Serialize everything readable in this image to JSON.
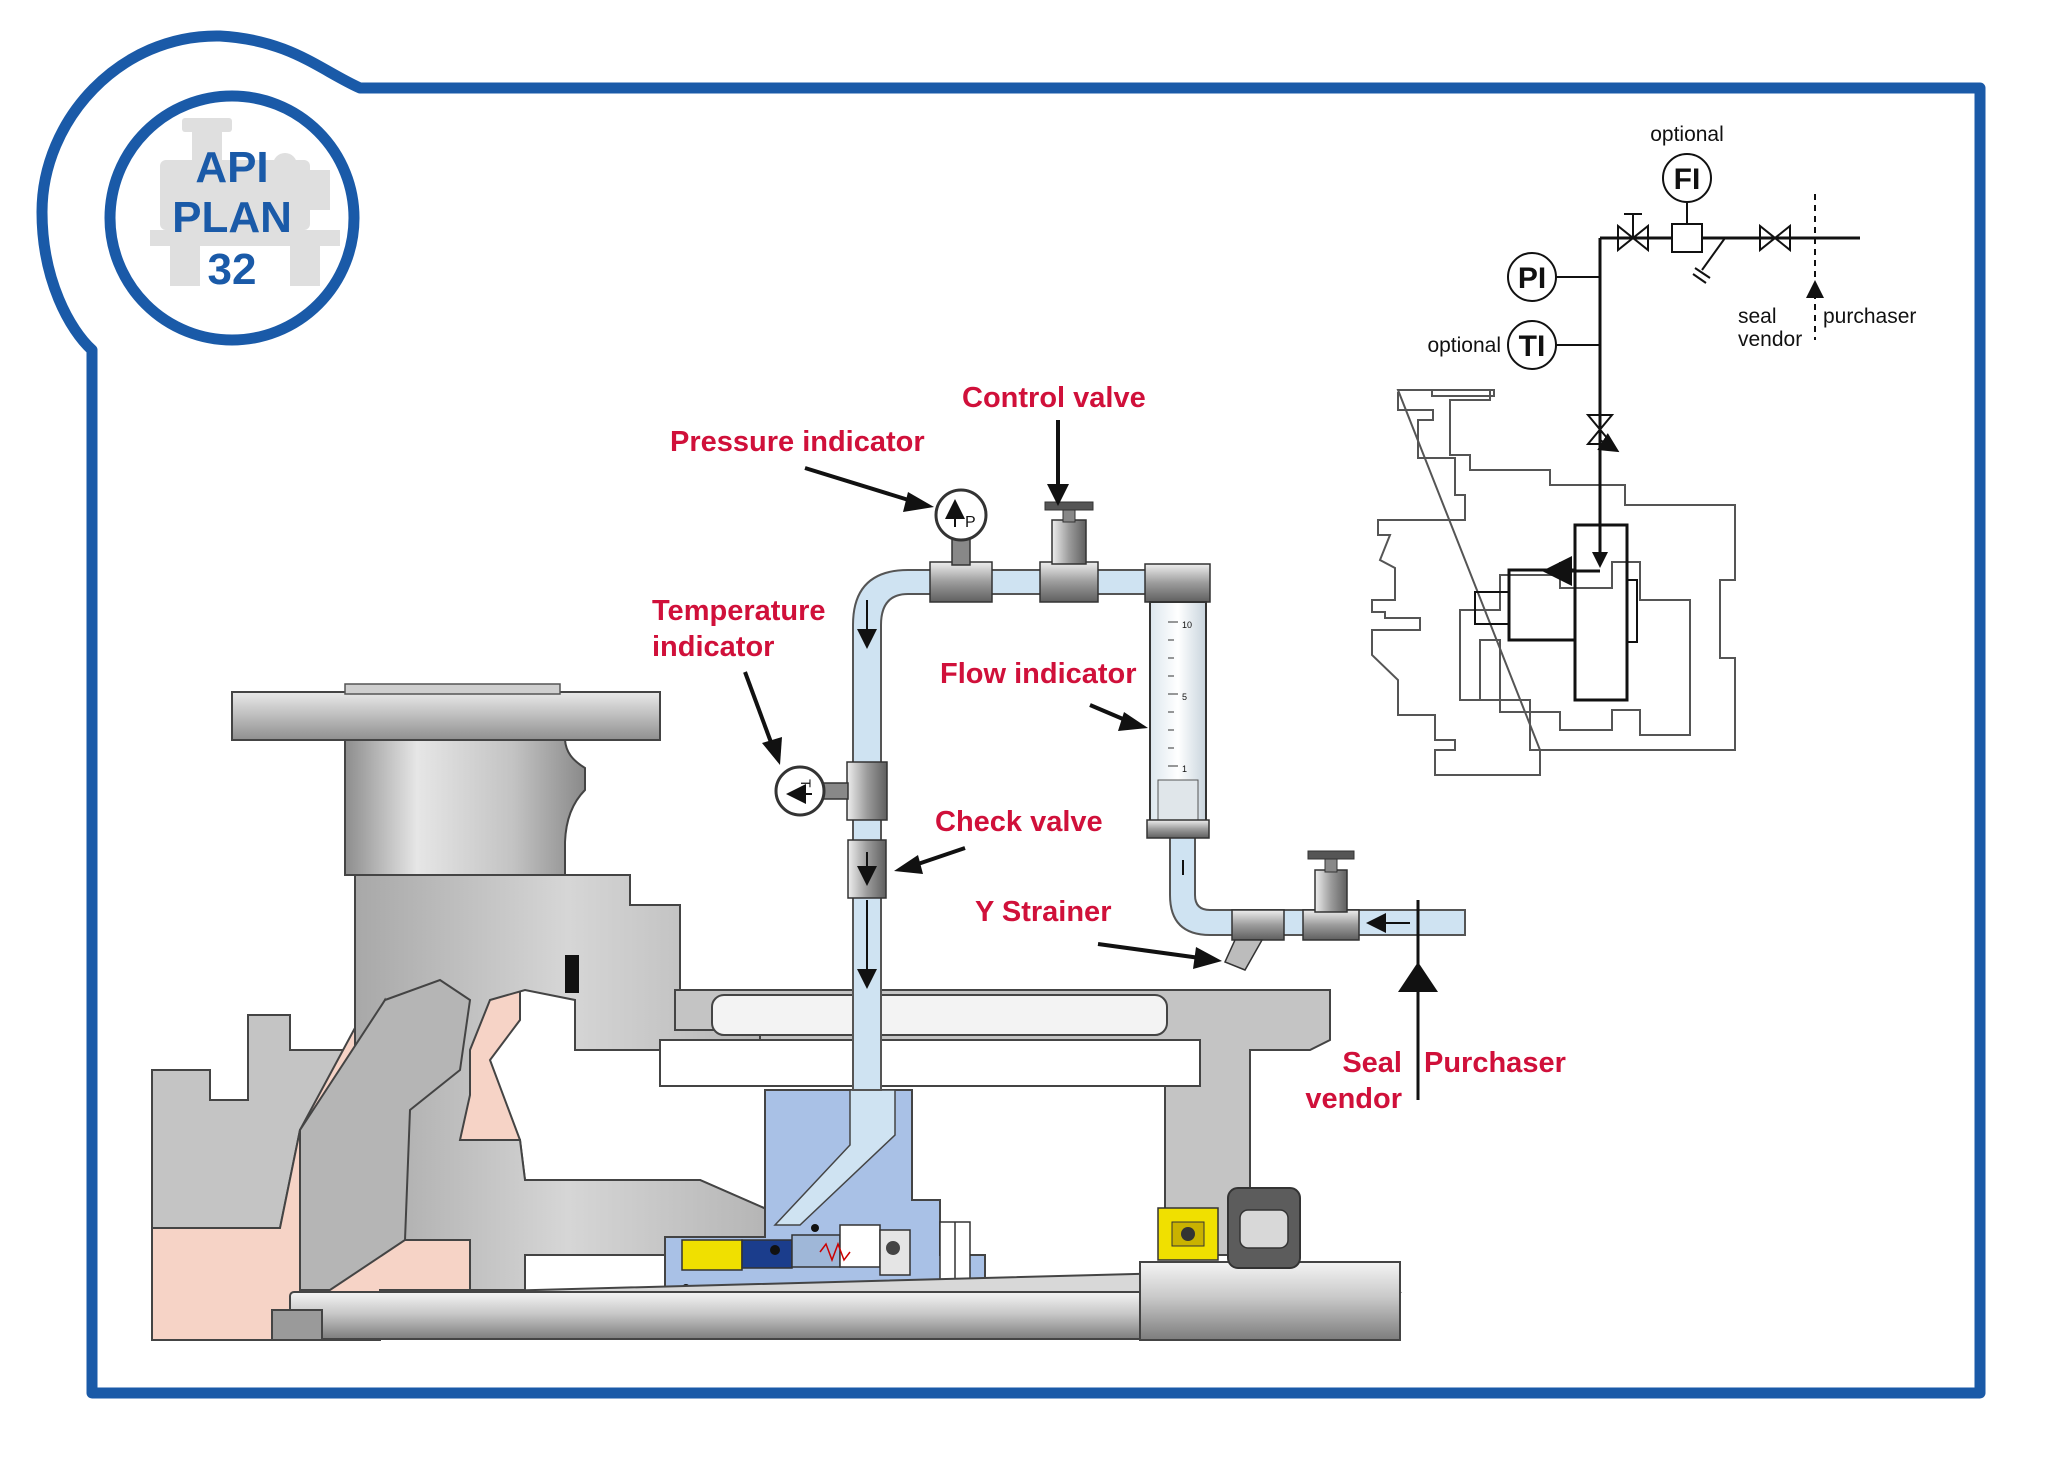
{
  "badge": {
    "line1": "API",
    "line2": "PLAN",
    "line3": "32"
  },
  "labels": {
    "control_valve": "Control valve",
    "pressure_indicator": "Pressure indicator",
    "temperature_indicator_1": "Temperature",
    "temperature_indicator_2": "indicator",
    "flow_indicator": "Flow indicator",
    "check_valve": "Check valve",
    "y_strainer": "Y Strainer",
    "seal_vendor_1": "Seal",
    "seal_vendor_2": "vendor",
    "purchaser": "Purchaser"
  },
  "schematic": {
    "optional_top": "optional",
    "fi": "FI",
    "pi": "PI",
    "ti": "TI",
    "optional_left": "optional",
    "seal_vendor_1": "seal",
    "seal_vendor_2": "vendor",
    "purchaser": "purchaser"
  },
  "gauges": {
    "pressure_symbol": "P",
    "temperature_symbol": "T"
  },
  "flowmeter_scale": [
    "10",
    "5",
    "1"
  ],
  "colors": {
    "frame": "#1a5aa8",
    "label_red": "#d0103a",
    "pipe_fill": "#cfe3f2",
    "seal_chamber": "#a9c1e6",
    "casing_pink": "#f6d3c6",
    "metal_grey": "#bfbfbf"
  }
}
